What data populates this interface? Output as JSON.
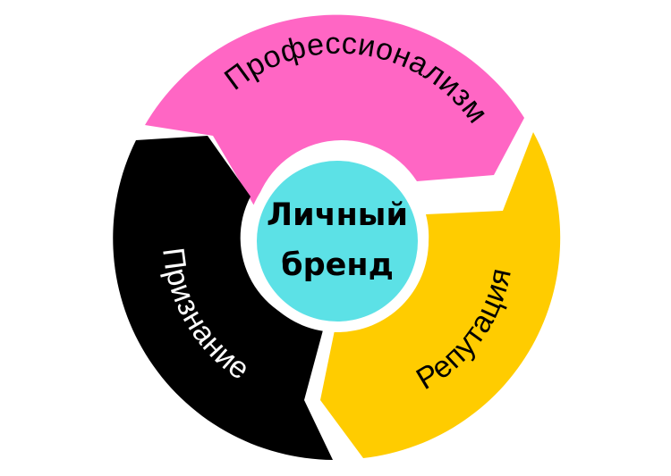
{
  "diagram": {
    "type": "cycle",
    "center": {
      "line1": "Личный",
      "line2": "бренд",
      "color": "#5ce1e6",
      "text_color": "#000000"
    },
    "segments": [
      {
        "id": "professionalism",
        "label": "Профессионализм",
        "color": "#ff66c4",
        "text_color": "#000000",
        "position": "top"
      },
      {
        "id": "reputation",
        "label": "Репутация",
        "color": "#ffcc00",
        "text_color": "#000000",
        "position": "right"
      },
      {
        "id": "recognition",
        "label": "Признание",
        "color": "#000000",
        "text_color": "#ffffff",
        "position": "left"
      }
    ],
    "background": "#ffffff",
    "separator_color": "#ffffff"
  }
}
